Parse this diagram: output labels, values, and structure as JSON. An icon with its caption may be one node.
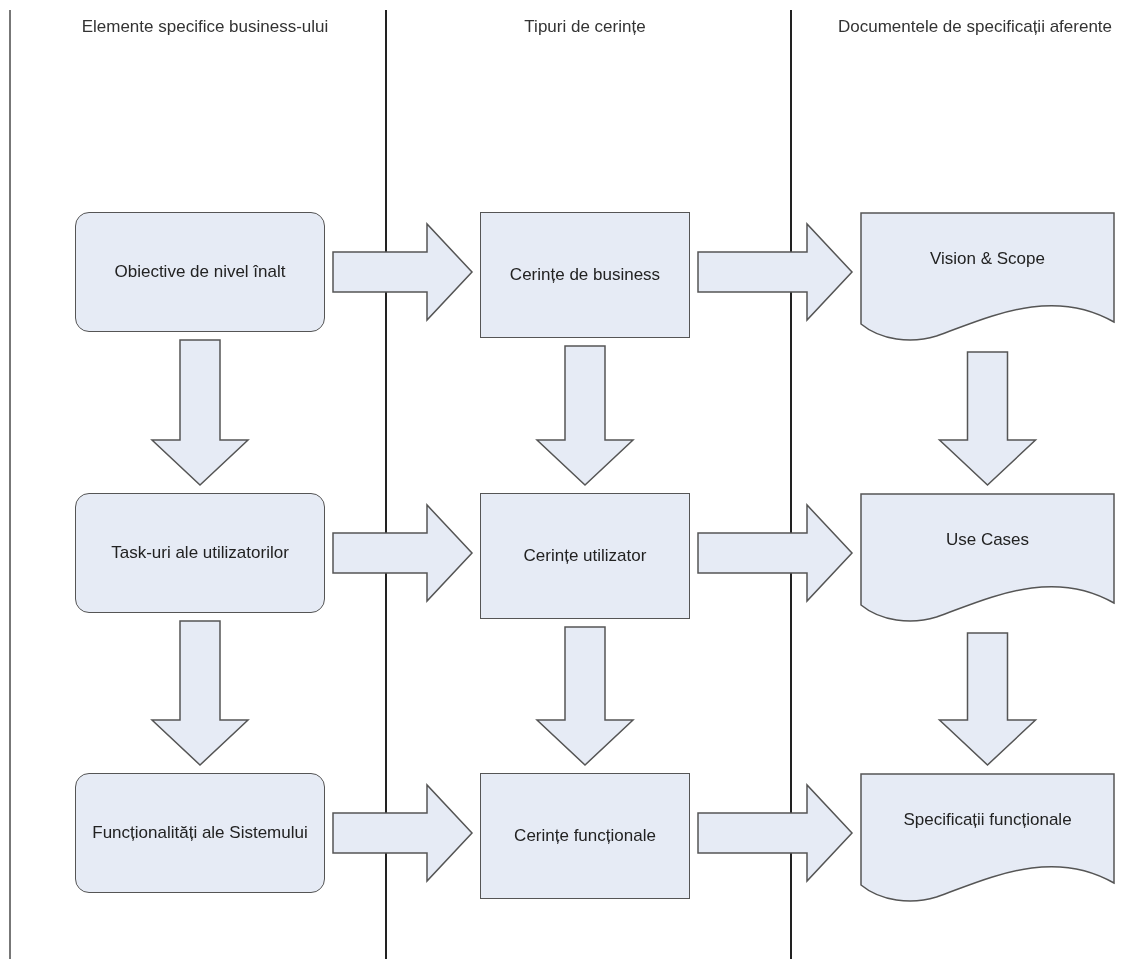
{
  "diagram": {
    "nodes": [
      {
        "text": [
          "Obiective de nivel înalt"
        ]
      },
      {
        "text": [
          "Cerințe de business"
        ]
      },
      {
        "text": [
          "Vision & Scope"
        ]
      },
      {
        "text": [
          "Task-uri ale utilizatorilor"
        ]
      },
      {
        "text": [
          "Cerințe utilizator"
        ]
      },
      {
        "text": [
          "Use Cases"
        ]
      },
      {
        "text": [
          "Funcționalități ale Sistemului"
        ]
      },
      {
        "text": [
          "Cerințe funcționale"
        ]
      },
      {
        "text": [
          "Specificații funcționale"
        ]
      }
    ],
    "edges": [
      {
        "from": 0,
        "to": 1,
        "arrow": "to"
      },
      {
        "from": 1,
        "to": 2,
        "arrow": "to"
      },
      {
        "from": 0,
        "to": 3,
        "arrow": "to"
      },
      {
        "from": 1,
        "to": 4,
        "arrow": "to"
      },
      {
        "from": 2,
        "to": 5,
        "arrow": "to"
      },
      {
        "from": 3,
        "to": 4,
        "arrow": "to"
      },
      {
        "from": 4,
        "to": 5,
        "arrow": "to"
      },
      {
        "from": 3,
        "to": 6,
        "arrow": "to"
      },
      {
        "from": 4,
        "to": 7,
        "arrow": "to"
      },
      {
        "from": 5,
        "to": 8,
        "arrow": "to"
      },
      {
        "from": 6,
        "to": 7,
        "arrow": "to"
      },
      {
        "from": 7,
        "to": 8,
        "arrow": "to"
      }
    ],
    "labels": [
      "Elemente specifice business-ului",
      "Tipuri de cerințe",
      "Documentele de specificații aferente"
    ]
  }
}
